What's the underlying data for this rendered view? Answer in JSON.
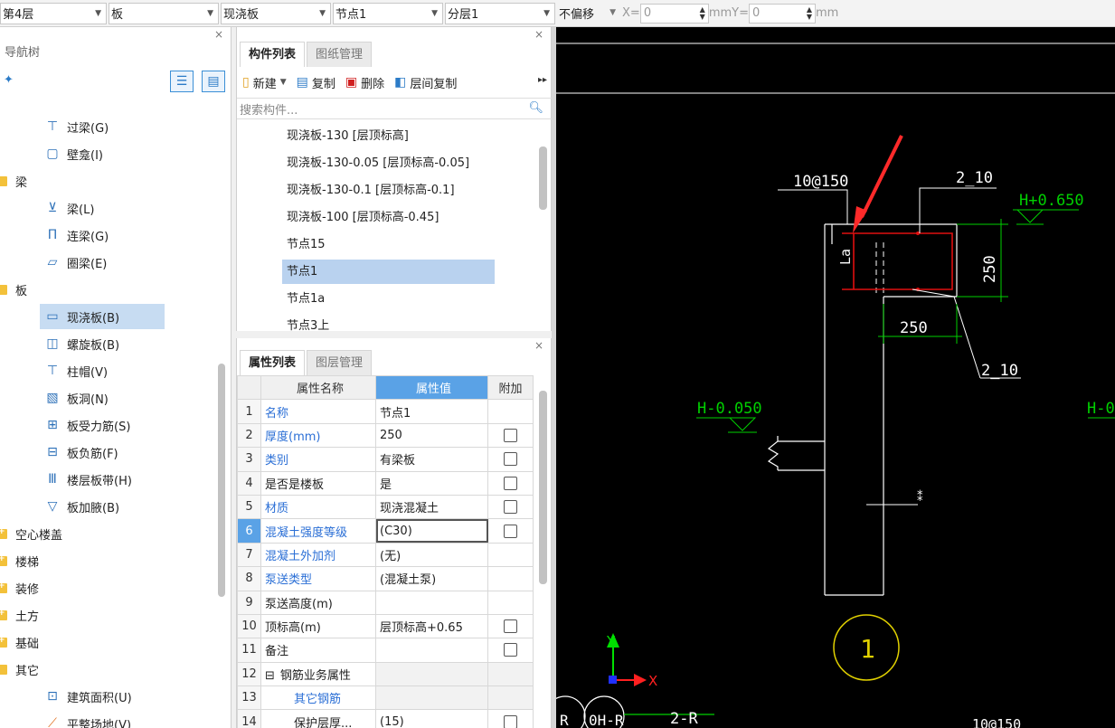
{
  "toolbar": {
    "floor": "第4层",
    "category": "板",
    "type": "现浇板",
    "component": "节点1",
    "sublayer": "分层1",
    "offset": "不偏移",
    "x_label": "X=",
    "x_value": "0",
    "mm_y_label": "mmY=",
    "y_value": "0",
    "mm_label": "mm"
  },
  "nav": {
    "close": "×",
    "title": "导航树",
    "items": [
      {
        "label": "过梁(G)",
        "icon": "lintel-icon"
      },
      {
        "label": "壁龛(I)",
        "icon": "niche-icon"
      },
      {
        "label": "梁",
        "folder": true
      },
      {
        "label": "梁(L)",
        "icon": "beam-icon"
      },
      {
        "label": "连梁(G)",
        "icon": "coupling-beam-icon"
      },
      {
        "label": "圈梁(E)",
        "icon": "ring-beam-icon"
      },
      {
        "label": "板",
        "folder": true
      },
      {
        "label": "现浇板(B)",
        "icon": "cast-slab-icon"
      },
      {
        "label": "螺旋板(B)",
        "icon": "spiral-slab-icon"
      },
      {
        "label": "柱帽(V)",
        "icon": "column-cap-icon"
      },
      {
        "label": "板洞(N)",
        "icon": "slab-hole-icon"
      },
      {
        "label": "板受力筋(S)",
        "icon": "slab-rebar-icon"
      },
      {
        "label": "板负筋(F)",
        "icon": "negative-rebar-icon"
      },
      {
        "label": "楼层板带(H)",
        "icon": "slab-strip-icon"
      },
      {
        "label": "板加腋(B)",
        "icon": "haunch-icon"
      },
      {
        "label": "空心楼盖",
        "folder": true
      },
      {
        "label": "楼梯",
        "folder": true
      },
      {
        "label": "装修",
        "folder": true
      },
      {
        "label": "土方",
        "folder": true
      },
      {
        "label": "基础",
        "folder": true
      },
      {
        "label": "其它",
        "folder": true
      },
      {
        "label": "建筑面积(U)",
        "icon": "building-area-icon"
      },
      {
        "label": "平整场地(V)",
        "icon": "site-leveling-icon"
      }
    ]
  },
  "component_panel": {
    "close": "×",
    "tabs": [
      "构件列表",
      "图纸管理"
    ],
    "actions": {
      "new": "新建",
      "copy": "复制",
      "delete": "删除",
      "floor_copy": "层间复制"
    },
    "search_placeholder": "搜索构件...",
    "items": [
      "现浇板-130 [层顶标高]",
      "现浇板-130-0.05 [层顶标高-0.05]",
      "现浇板-130-0.1 [层顶标高-0.1]",
      "现浇板-100 [层顶标高-0.45]",
      "节点15",
      "节点1",
      "节点1a",
      "节点3上"
    ],
    "selected_index": 5
  },
  "property_panel": {
    "close": "×",
    "tabs": [
      "属性列表",
      "图层管理"
    ],
    "headers": {
      "name": "属性名称",
      "value": "属性值",
      "extra": "附加"
    },
    "rows": [
      {
        "n": "1",
        "name": "名称",
        "value": "节点1",
        "blue": true,
        "cb": false
      },
      {
        "n": "2",
        "name": "厚度(mm)",
        "value": "250",
        "blue": true,
        "cb": true
      },
      {
        "n": "3",
        "name": "类别",
        "value": "有梁板",
        "blue": true,
        "cb": true
      },
      {
        "n": "4",
        "name": "是否是楼板",
        "value": "是",
        "blue": false,
        "cb": true
      },
      {
        "n": "5",
        "name": "材质",
        "value": "现浇混凝土",
        "blue": true,
        "cb": true
      },
      {
        "n": "6",
        "name": "混凝土强度等级",
        "value": "(C30)",
        "blue": true,
        "cb": true
      },
      {
        "n": "7",
        "name": "混凝土外加剂",
        "value": "(无)",
        "blue": true,
        "cb": false
      },
      {
        "n": "8",
        "name": "泵送类型",
        "value": "(混凝土泵)",
        "blue": true,
        "cb": false
      },
      {
        "n": "9",
        "name": "泵送高度(m)",
        "value": "",
        "blue": false,
        "cb": false
      },
      {
        "n": "10",
        "name": "顶标高(m)",
        "value": "层顶标高+0.65",
        "blue": false,
        "cb": true
      },
      {
        "n": "11",
        "name": "备注",
        "value": "",
        "blue": false,
        "cb": true
      },
      {
        "n": "12",
        "name": "钢筋业务属性",
        "value": "",
        "blue": false,
        "cb": false
      },
      {
        "n": "13",
        "name": "其它钢筋",
        "value": "",
        "blue": true,
        "cb": false
      },
      {
        "n": "14",
        "name": "保护层厚...",
        "value": "(15)",
        "blue": false,
        "cb": true
      }
    ]
  },
  "cad": {
    "labels": {
      "rebar_top": "10@150",
      "rebar_top_right": "2_10",
      "elev_right": "H+0.650",
      "la": "La",
      "dim_250_v": "250",
      "dim_250_h": "250",
      "rebar_mid_right": "2_10",
      "elev_left": "H-0.050",
      "elev_far_right": "H-0",
      "detail_no": "1",
      "axis_y": "Y",
      "axis_x": "X",
      "bubble_a": "R",
      "bubble_b": "0H-R",
      "bubble_c": "2-R",
      "rebar_bottom": "10@150"
    },
    "colors": {
      "line": "#ffffff",
      "dim": "#00d000",
      "rebar": "#e01010",
      "arrow": "#ff2a2a",
      "circle": "#e0d000",
      "axis_y": "#00e000",
      "axis_x": "#ff2020"
    }
  }
}
